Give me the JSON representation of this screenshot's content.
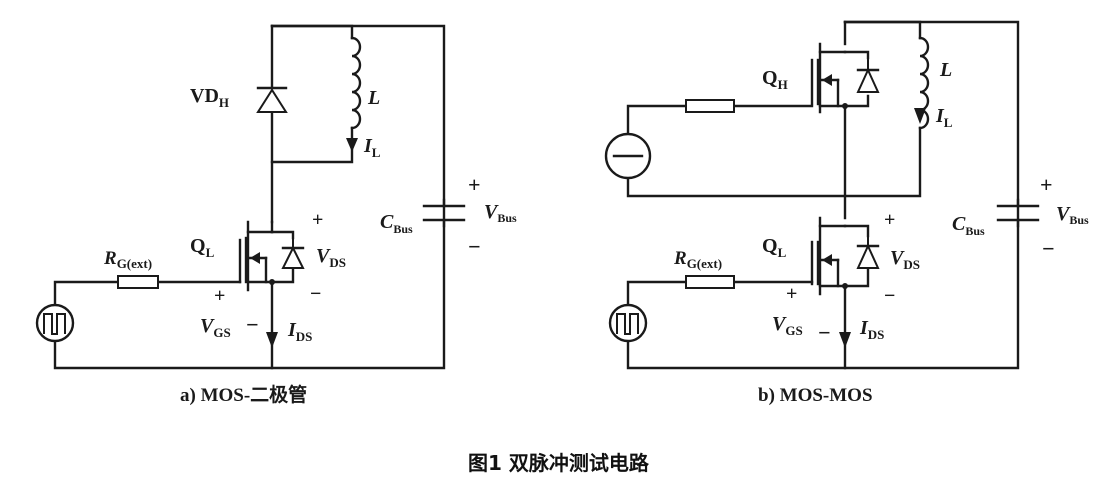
{
  "figure_title": "图1 双脉冲测试电路",
  "subfigures": [
    {
      "caption": "a) MOS-二极管",
      "labels": {
        "high_side": "VD",
        "high_side_sub": "H",
        "low_side": "Q",
        "low_side_sub": "L",
        "inductor": "L",
        "inductor_current": "I",
        "inductor_current_sub": "L",
        "bus_cap": "C",
        "bus_cap_sub": "Bus",
        "bus_voltage": "V",
        "bus_voltage_sub": "Bus",
        "gate_resistor": "R",
        "gate_resistor_sub": "G(ext)",
        "vds": "V",
        "vds_sub": "DS",
        "vgs": "V",
        "vgs_sub": "GS",
        "ids": "I",
        "ids_sub": "DS",
        "plus": "+",
        "minus": "−"
      }
    },
    {
      "caption": "b) MOS-MOS",
      "labels": {
        "high_side": "Q",
        "high_side_sub": "H",
        "low_side": "Q",
        "low_side_sub": "L",
        "inductor": "L",
        "inductor_current": "I",
        "inductor_current_sub": "L",
        "bus_cap": "C",
        "bus_cap_sub": "Bus",
        "bus_voltage": "V",
        "bus_voltage_sub": "Bus",
        "gate_resistor": "R",
        "gate_resistor_sub": "G(ext)",
        "vds": "V",
        "vds_sub": "DS",
        "vgs": "V",
        "vgs_sub": "GS",
        "ids": "I",
        "ids_sub": "DS",
        "plus": "+",
        "minus": "−"
      }
    }
  ]
}
